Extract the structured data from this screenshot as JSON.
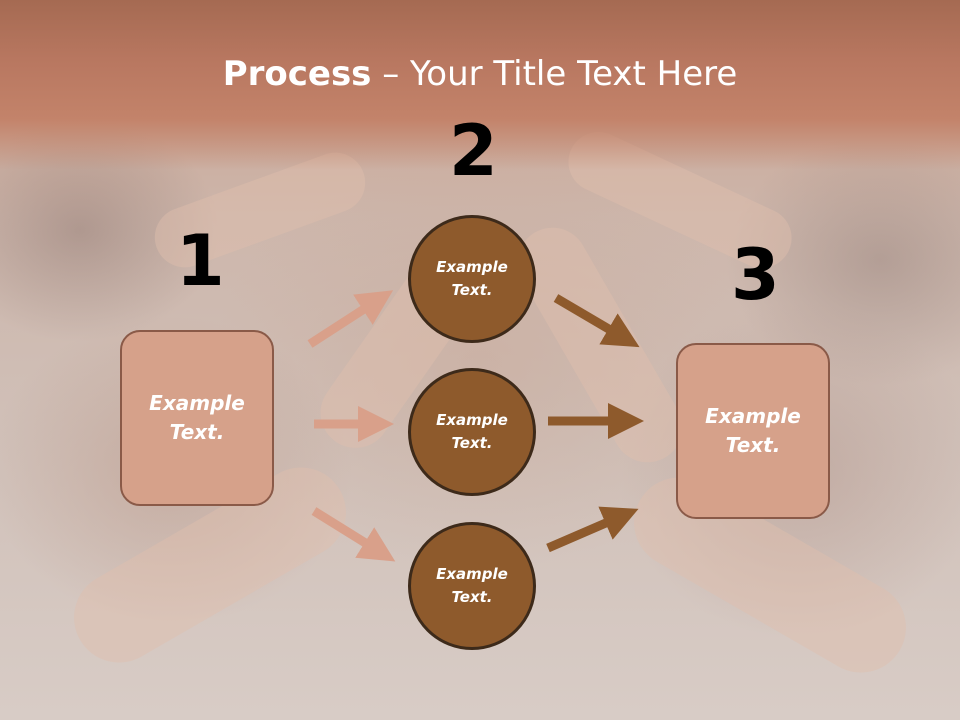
{
  "title": {
    "bold": "Process",
    "rest": " – Your Title Text Here"
  },
  "steps": {
    "num1": "1",
    "num2": "2",
    "num3": "3"
  },
  "left_box": {
    "text": "Example\nText."
  },
  "circles": [
    {
      "text": "Example\nText."
    },
    {
      "text": "Example\nText."
    },
    {
      "text": "Example\nText."
    }
  ],
  "right_box": {
    "text": "Example\nText."
  },
  "colors": {
    "title_band": "#b87760",
    "box_fill": "#d6a18a",
    "box_border": "#8a5a48",
    "circle_fill": "#8e5a2c",
    "circle_border": "#3d2a1a",
    "arrow_light": "#d9a08a",
    "arrow_dark": "#8e5a2c"
  }
}
